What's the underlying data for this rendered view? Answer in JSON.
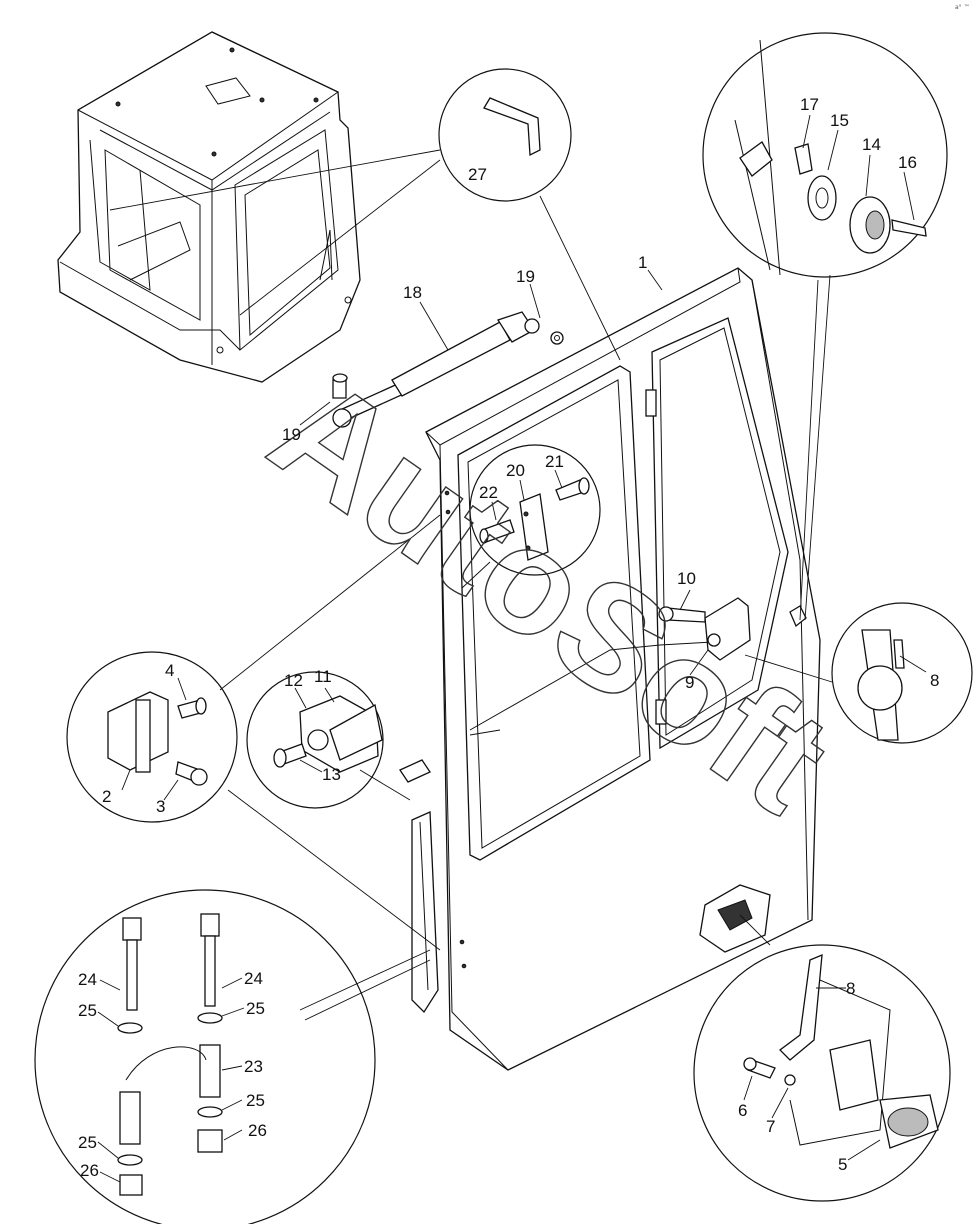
{
  "corner_mark": "a° ™",
  "watermark": "AutoSoft",
  "callouts": [
    "1",
    "2",
    "3",
    "4",
    "5",
    "6",
    "7",
    "8",
    "8",
    "9",
    "10",
    "11",
    "12",
    "13",
    "14",
    "15",
    "16",
    "17",
    "18",
    "19",
    "19",
    "20",
    "21",
    "22",
    "23",
    "24",
    "24",
    "25",
    "25",
    "25",
    "25",
    "26",
    "26",
    "27"
  ]
}
